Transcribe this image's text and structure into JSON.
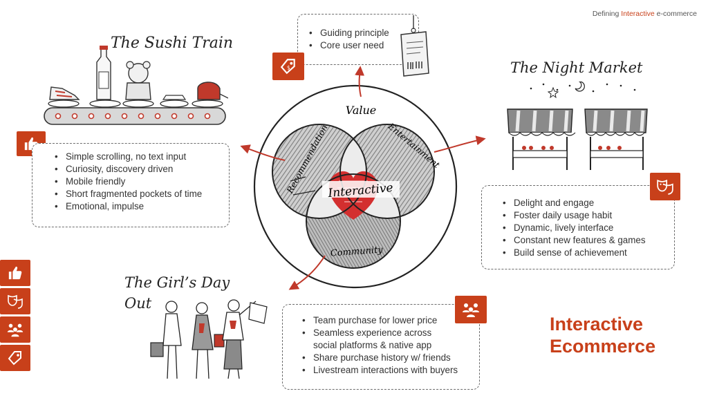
{
  "header": {
    "breadcrumb_pre": "Defining ",
    "breadcrumb_highlight": "Interactive",
    "breadcrumb_post": " e-commerce"
  },
  "title": {
    "line1": "Interactive",
    "line2": "Ecommerce"
  },
  "venn": {
    "top_label": "Value",
    "left_label": "Recommendation",
    "right_label": "Entertainment",
    "bottom_label": "Community",
    "center_label": "Interactive"
  },
  "sushi_train": {
    "title": "The Sushi Train",
    "items": [
      "Simple scrolling, no text input",
      "Curiosity, discovery driven",
      "Mobile friendly",
      "Short fragmented pockets of time",
      "Emotional, impulse"
    ]
  },
  "value_box": {
    "items": [
      "Guiding principle",
      "Core user need"
    ]
  },
  "night_market": {
    "title": "The Night Market",
    "items": [
      "Delight and engage",
      "Foster daily usage habit",
      "Dynamic, lively interface",
      "Constant new features & games",
      "Build sense of achievement"
    ]
  },
  "girls_day_out": {
    "title_line1": "The Girl’s Day",
    "title_line2": "Out",
    "items": [
      "Team purchase for lower price",
      "Seamless experience across",
      "social platforms & native app",
      "Share purchase history w/ friends",
      "Livestream interactions with buyers"
    ],
    "continuation_index": 2
  },
  "colors": {
    "accent": "#c8401a",
    "heart": "#d32f2f",
    "text": "#333333",
    "sketch_gray": "#9a9a9a"
  },
  "icons": {
    "sushi": "thumbs-up-icon",
    "value": "price-tag-icon",
    "night_market": "theater-masks-icon",
    "girls_day_out": "people-group-icon",
    "sidebar": [
      "thumbs-up-icon",
      "theater-masks-icon",
      "people-group-icon",
      "price-tag-icon"
    ]
  }
}
